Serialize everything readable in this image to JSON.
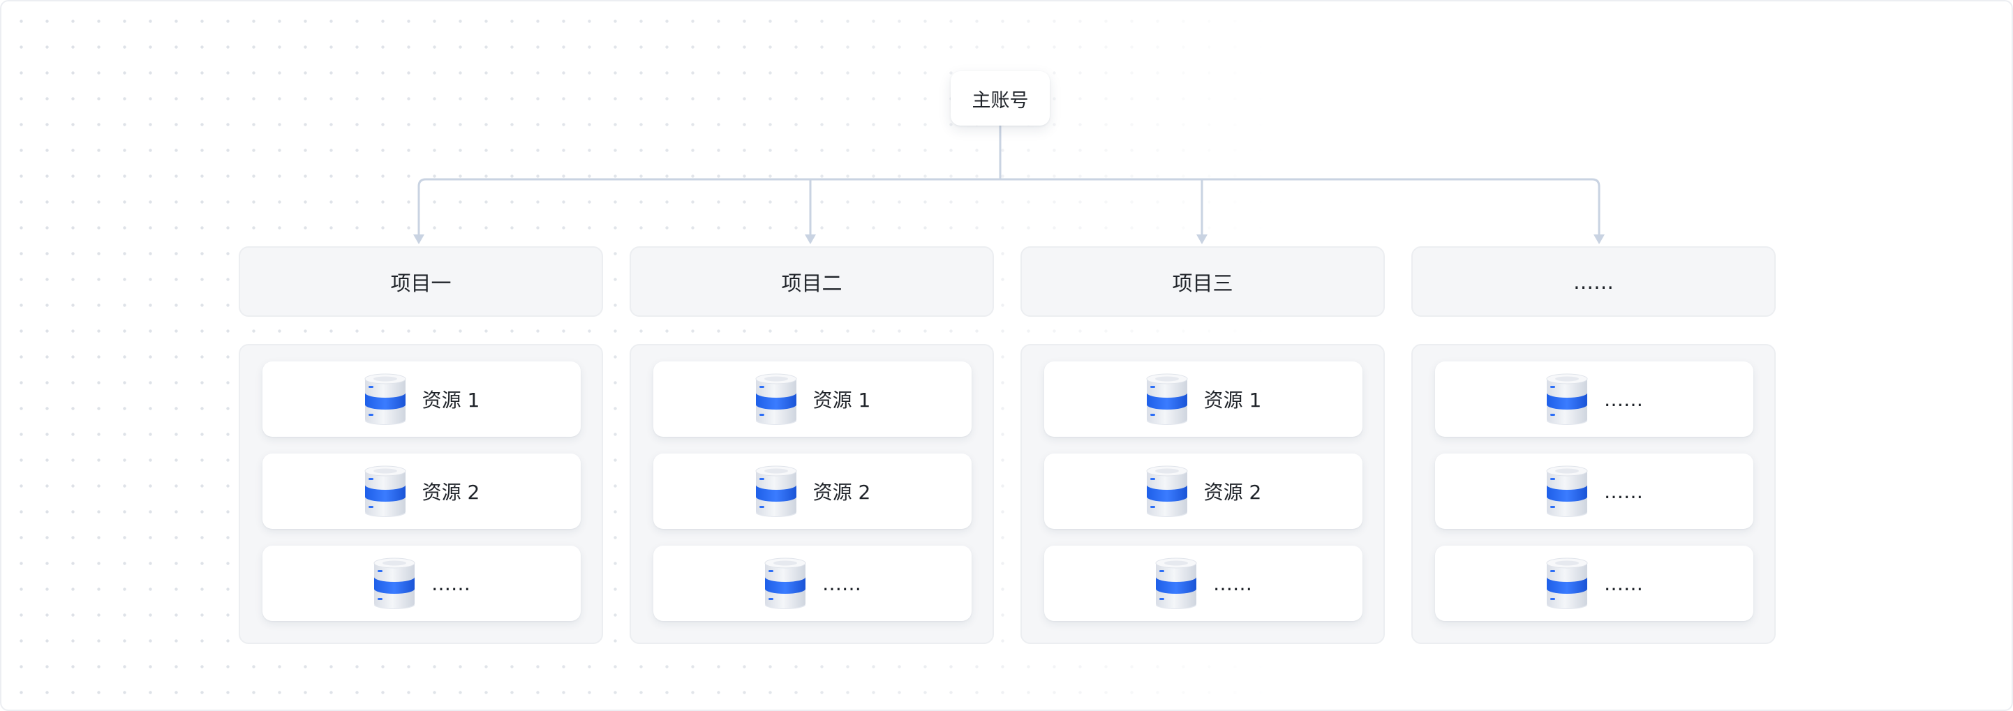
{
  "root": {
    "label": "主账号"
  },
  "projects": [
    {
      "title": "项目一",
      "resources": [
        "资源 1",
        "资源 2",
        "……"
      ]
    },
    {
      "title": "项目二",
      "resources": [
        "资源 1",
        "资源 2",
        "……"
      ]
    },
    {
      "title": "项目三",
      "resources": [
        "资源 1",
        "资源 2",
        "……"
      ]
    },
    {
      "title": "……",
      "resources": [
        "……",
        "……",
        "……"
      ]
    }
  ],
  "icons": {
    "resource": "database-icon"
  },
  "colors": {
    "connector": "#c9d3e2",
    "db_band": "#2d6ef6",
    "db_body": "#e9edf3",
    "panel_bg": "#f5f6f8"
  }
}
